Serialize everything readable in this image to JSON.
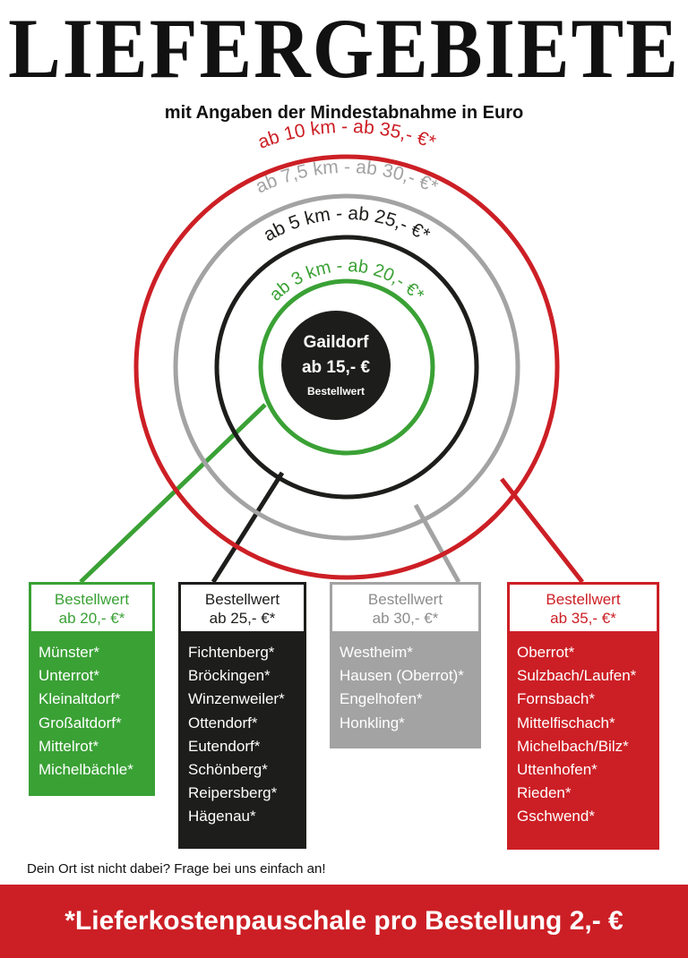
{
  "header": {
    "title": "LIEFERGEBIETE",
    "subtitle": "mit Angaben der Mindestabnahme in Euro"
  },
  "center": {
    "name": "Gaildorf",
    "price": "ab 15,- €",
    "label": "Bestellwert"
  },
  "rings": [
    {
      "label": "ab 3 km - ab 20,- €*",
      "color": "#3aa135"
    },
    {
      "label": "ab 5 km - ab 25,- €*",
      "color": "#1d1d1b"
    },
    {
      "label": "ab 7,5 km - ab 30,- €*",
      "color": "#a3a3a3"
    },
    {
      "label": "ab 10 km - ab 35,- €*",
      "color": "#cc1f25"
    }
  ],
  "zones": [
    {
      "head_line1": "Bestellwert",
      "head_line2": "ab 20,- €*",
      "color": "#3aa135",
      "head_text_color": "#3aa135",
      "places": [
        "Münster*",
        "Unterrot*",
        "Kleinaltdorf*",
        "Großaltdorf*",
        "Mittelrot*",
        "Michelbächle*"
      ]
    },
    {
      "head_line1": "Bestellwert",
      "head_line2": "ab 25,- €*",
      "color": "#1d1d1b",
      "head_text_color": "#1d1d1b",
      "places": [
        "Fichtenberg*",
        "Bröckingen*",
        "Winzenweiler*",
        "Ottendorf*",
        "Eutendorf*",
        "Schönberg*",
        "Reipersberg*",
        "Hägenau*"
      ]
    },
    {
      "head_line1": "Bestellwert",
      "head_line2": "ab 30,- €*",
      "color": "#a3a3a3",
      "head_text_color": "#8c8c8c",
      "places": [
        "Westheim*",
        "Hausen (Oberrot)*",
        "Engelhofen*",
        "Honkling*"
      ]
    },
    {
      "head_line1": "Bestellwert",
      "head_line2": "ab 35,- €*",
      "color": "#cc1f25",
      "head_text_color": "#cc1f25",
      "places": [
        "Oberrot*",
        "Sulzbach/Laufen*",
        "Fornsbach*",
        "Mittelfischach*",
        "Michelbach/Bilz*",
        "Uttenhofen*",
        "Rieden*",
        "Gschwend*"
      ]
    }
  ],
  "note": "Dein Ort ist nicht dabei? Frage bei uns einfach an!",
  "footer": "*Lieferkostenpauschale pro Bestellung 2,- €"
}
